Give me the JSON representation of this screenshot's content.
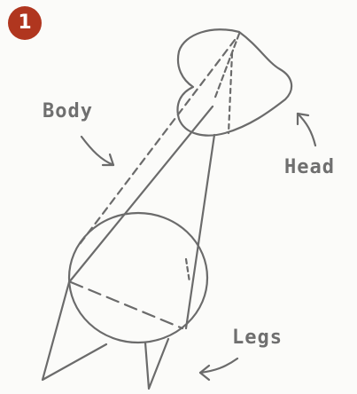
{
  "badge": {
    "number": "1",
    "color": "#b0361f"
  },
  "labels": {
    "body": "Body",
    "head": "Head",
    "legs": "Legs"
  },
  "colors": {
    "pencil": "#6b6b6b",
    "label": "#6f6f6f"
  },
  "icons": [
    "arrow-icon",
    "arrow-icon",
    "arrow-icon"
  ]
}
